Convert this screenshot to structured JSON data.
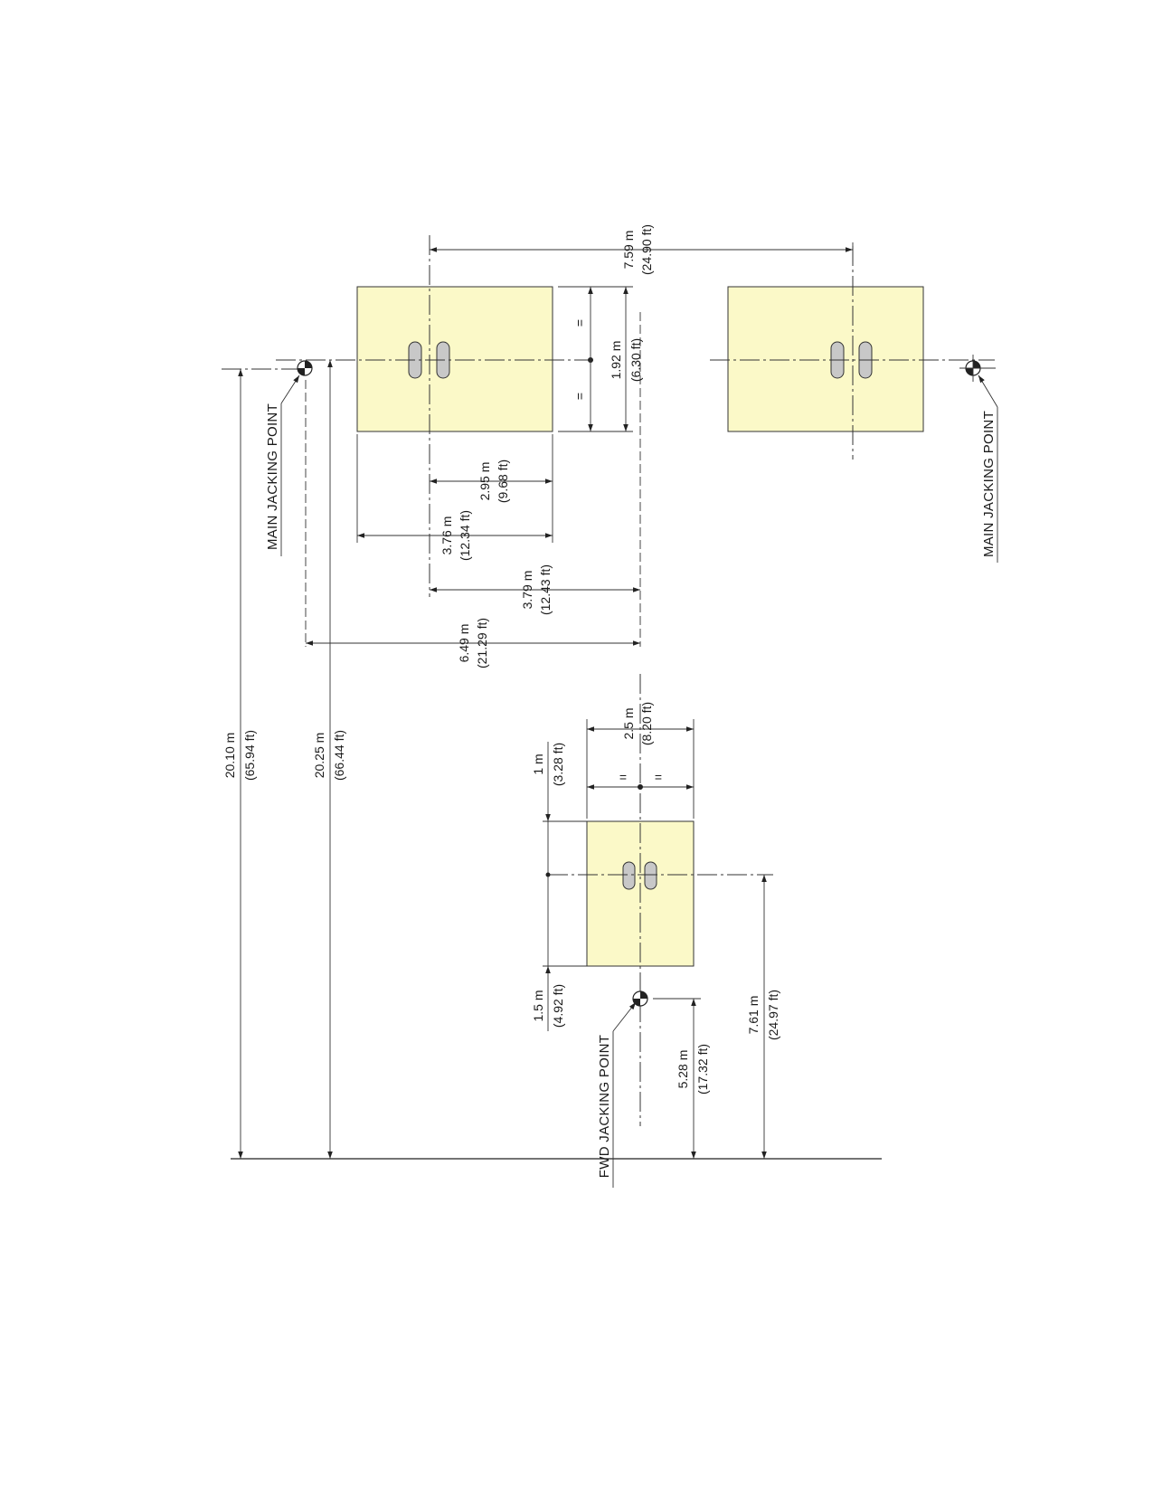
{
  "diagram": {
    "colors": {
      "pad_fill": "#fbf9c8",
      "tire_fill": "#c8c8c8",
      "line": "#222222"
    },
    "labels": {
      "main_jacking_left": "MAIN JACKING POINT",
      "main_jacking_right": "MAIN JACKING POINT",
      "fwd_jacking": "FWD JACKING POINT"
    },
    "dimensions": {
      "d759": {
        "m": "7.59 m",
        "ft": "(24.90 ft)"
      },
      "d192": {
        "m": "1.92 m",
        "ft": "(6.30 ft)"
      },
      "d295": {
        "m": "2.95 m",
        "ft": "(9.68 ft)"
      },
      "d376": {
        "m": "3.76 m",
        "ft": "(12.34 ft)"
      },
      "d379": {
        "m": "3.79 m",
        "ft": "(12.43 ft)"
      },
      "d649": {
        "m": "6.49 m",
        "ft": "(21.29 ft)"
      },
      "d2010": {
        "m": "20.10 m",
        "ft": "(65.94 ft)"
      },
      "d2025": {
        "m": "20.25 m",
        "ft": "(66.44 ft)"
      },
      "d25": {
        "m": "2.5 m",
        "ft": "(8.20 ft)"
      },
      "d1": {
        "m": "1 m",
        "ft": "(3.28 ft)"
      },
      "d15": {
        "m": "1.5 m",
        "ft": "(4.92 ft)"
      },
      "d528": {
        "m": "5.28 m",
        "ft": "(17.32 ft)"
      },
      "d761": {
        "m": "7.61 m",
        "ft": "(24.97 ft)"
      }
    },
    "equal_mark": "="
  }
}
